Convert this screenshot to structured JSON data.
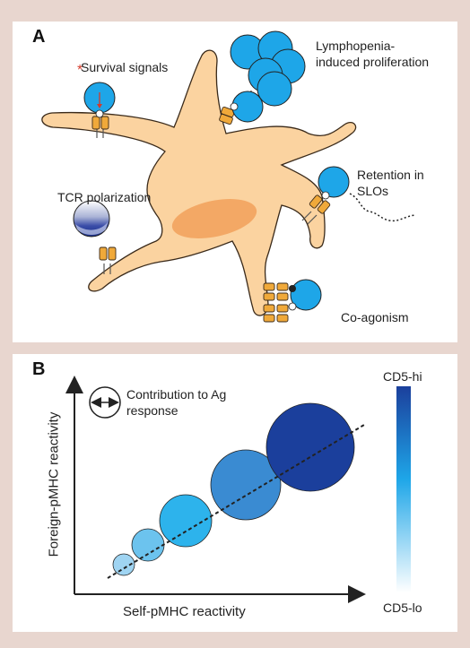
{
  "panel_a": {
    "letter": "A",
    "survival_signals": "Survival signals",
    "lymphopenia_line1": "Lymphopenia-",
    "lymphopenia_line2": "induced proliferation",
    "tcr_polarization": "TCR polarization",
    "retention_line1": "Retention in",
    "retention_line2": "SLOs",
    "coagonism": "Co-agonism",
    "asterisk": "*"
  },
  "panel_b": {
    "letter": "B",
    "legend_line1": "Contribution to Ag",
    "legend_line2": "response",
    "ylabel": "Foreign-pMHC reactivity",
    "xlabel": "Self-pMHC reactivity",
    "colorbar_top": "CD5-hi",
    "colorbar_bottom": "CD5-lo"
  },
  "colors": {
    "background": "#e8d6cf",
    "cell_fill": "#fbd3a0",
    "cell_stroke": "#3a2a1a",
    "nucleus": "#f3a865",
    "tcell": "#1ea6e8",
    "receptor": "#f0a93a",
    "cd5_hi": "#1b3f9c",
    "cd5_lo": "#ffffff"
  }
}
